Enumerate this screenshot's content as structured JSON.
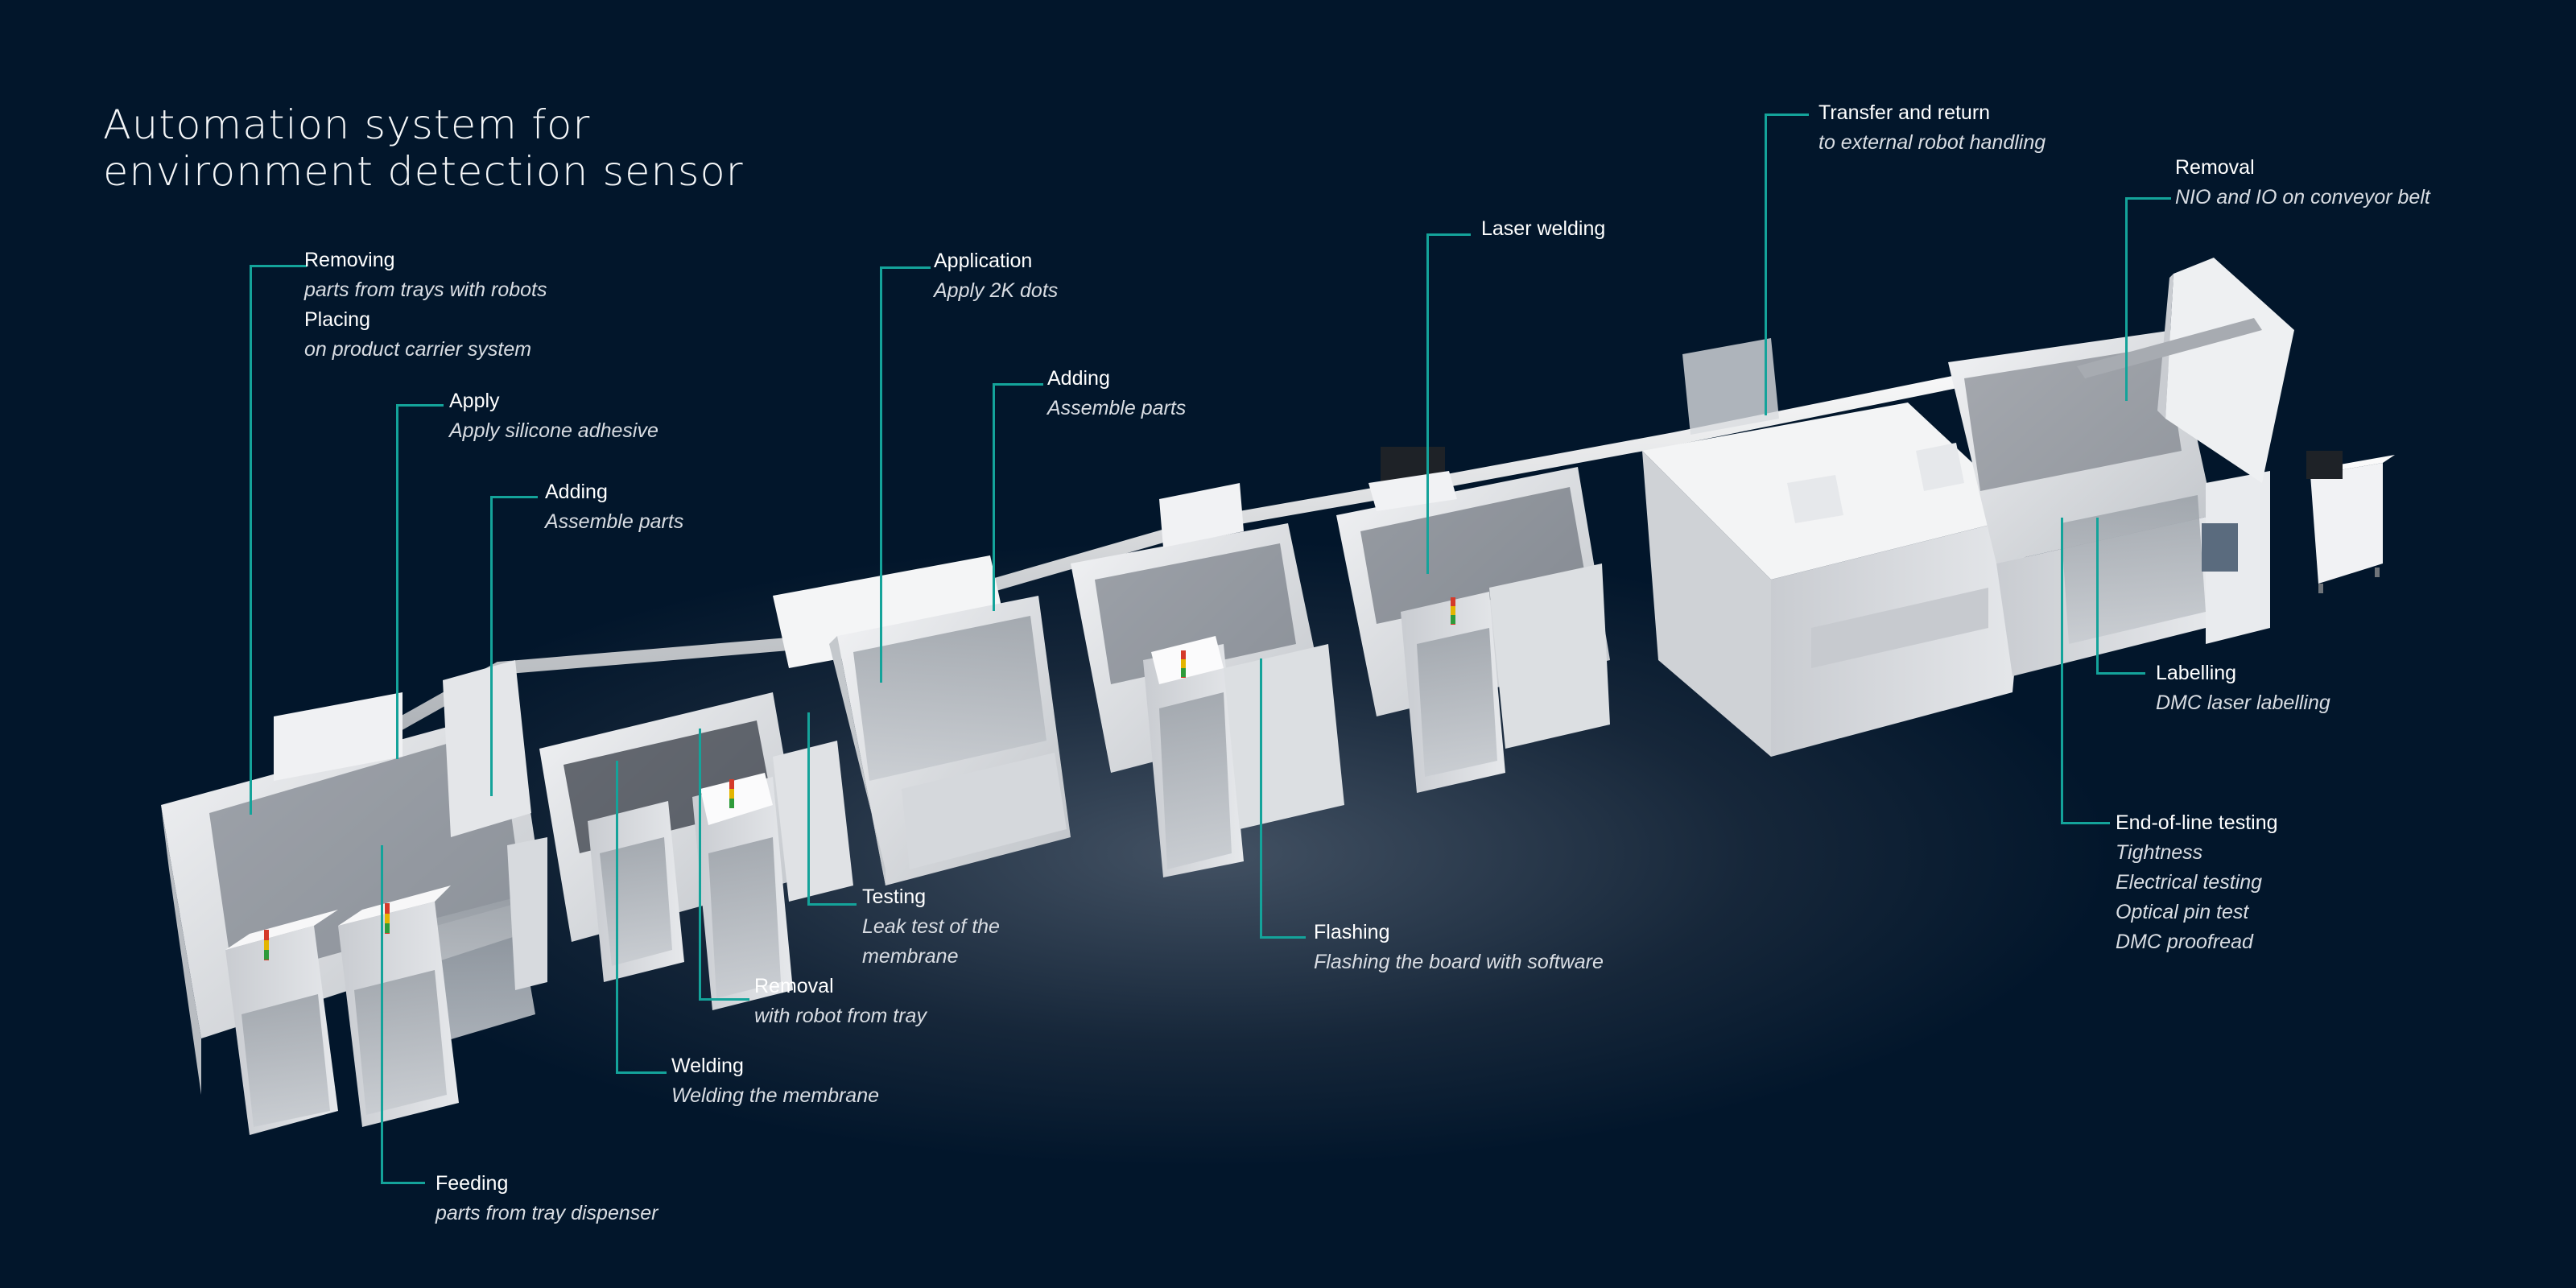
{
  "title": {
    "line1": "Automation system for",
    "line2": "environment detection sensor"
  },
  "colors": {
    "background": "#02162b",
    "leader_line": "#14a39a",
    "label_title": "#ffffff",
    "label_subtitle": "#d9dde3",
    "machine_body": "#e9ebee"
  },
  "labels": [
    {
      "id": "removing",
      "title": "Removing",
      "lines": [
        "parts from trays with robots"
      ]
    },
    {
      "id": "placing",
      "title": "Placing",
      "lines": [
        "on product carrier system"
      ]
    },
    {
      "id": "apply",
      "title": "Apply",
      "lines": [
        "Apply silicone adhesive"
      ]
    },
    {
      "id": "adding-1",
      "title": "Adding",
      "lines": [
        "Assemble parts"
      ]
    },
    {
      "id": "application",
      "title": "Application",
      "lines": [
        "Apply 2K dots"
      ]
    },
    {
      "id": "adding-2",
      "title": "Adding",
      "lines": [
        "Assemble parts"
      ]
    },
    {
      "id": "laser-welding",
      "title": "Laser welding",
      "lines": []
    },
    {
      "id": "transfer",
      "title": "Transfer and return",
      "lines": [
        "to external robot handling"
      ]
    },
    {
      "id": "removal-top",
      "title": "Removal",
      "lines": [
        "NIO and IO on conveyor belt"
      ]
    },
    {
      "id": "labelling",
      "title": "Labelling",
      "lines": [
        "DMC laser labelling"
      ]
    },
    {
      "id": "end-of-line",
      "title": "End-of-line testing",
      "lines": [
        "Tightness",
        "Electrical testing",
        "Optical pin test",
        "DMC proofread"
      ]
    },
    {
      "id": "flashing",
      "title": "Flashing",
      "lines": [
        "Flashing the board with software"
      ]
    },
    {
      "id": "testing",
      "title": "Testing",
      "lines": [
        "Leak test of the",
        "membrane"
      ]
    },
    {
      "id": "removal-bottom",
      "title": "Removal",
      "lines": [
        "with robot from tray"
      ]
    },
    {
      "id": "welding",
      "title": "Welding",
      "lines": [
        "Welding the membrane"
      ]
    },
    {
      "id": "feeding",
      "title": "Feeding",
      "lines": [
        "parts from tray dispenser"
      ]
    }
  ]
}
